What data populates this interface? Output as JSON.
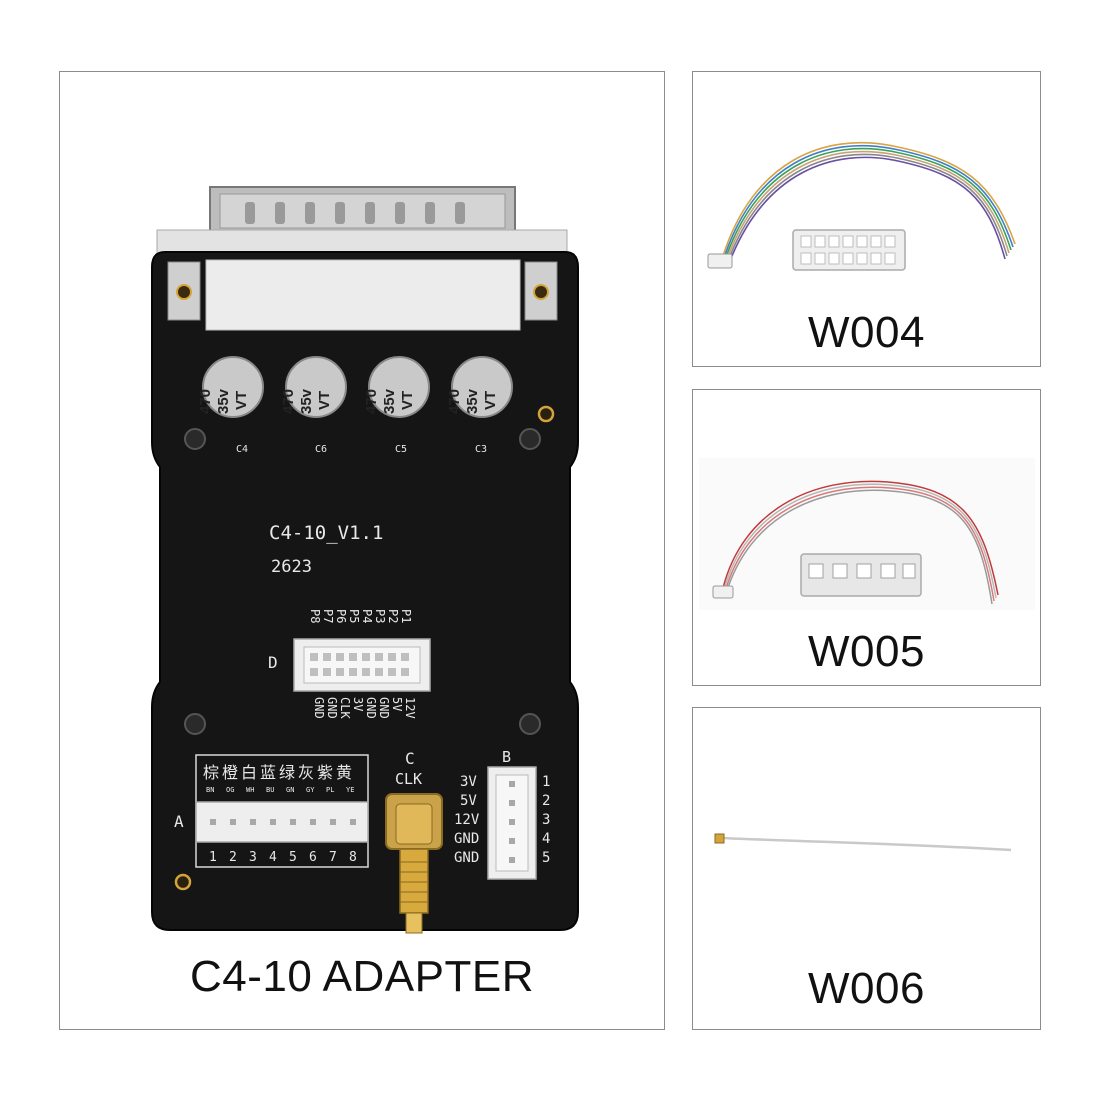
{
  "main": {
    "caption": "C4-10 ADAPTER",
    "board": {
      "version": "C4-10_V1.1",
      "date_code": "2623",
      "capacitors": [
        {
          "line1": "470",
          "line2": "35v",
          "line3": "VT",
          "label": "C4"
        },
        {
          "line1": "470",
          "line2": "35v",
          "line3": "VT",
          "label": "C6"
        },
        {
          "line1": "470",
          "line2": "35v",
          "line3": "VT",
          "label": "C5"
        },
        {
          "line1": "470",
          "line2": "35v",
          "line3": "VT",
          "label": "C3"
        }
      ],
      "connector_d": {
        "label": "D",
        "top_pins": [
          "P8",
          "P7",
          "P6",
          "P5",
          "P4",
          "P3",
          "P2",
          "P1"
        ],
        "bottom_pins": [
          "GND",
          "GND",
          "CLK",
          "3V",
          "GND",
          "GND",
          "5V",
          "12V"
        ]
      },
      "connector_a": {
        "label": "A",
        "chinese": "棕橙白蓝绿灰紫黄",
        "codes": [
          "BN",
          "OG",
          "WH",
          "BU",
          "GN",
          "GY",
          "PL",
          "YE"
        ],
        "numbers": [
          "1",
          "2",
          "3",
          "4",
          "5",
          "6",
          "7",
          "8"
        ]
      },
      "connector_c": {
        "label": "C",
        "sub": "CLK"
      },
      "connector_b": {
        "label": "B",
        "pins": [
          "3V",
          "5V",
          "12V",
          "GND",
          "GND"
        ],
        "numbers": [
          "1",
          "2",
          "3",
          "4",
          "5"
        ]
      }
    }
  },
  "cables": [
    {
      "caption": "W004",
      "wire_colors": [
        "#d9a441",
        "#3f7fc6",
        "#3aa15a",
        "#c9a27a",
        "#888888",
        "#6a4fa3"
      ]
    },
    {
      "caption": "W005",
      "wire_colors": [
        "#c23a3a",
        "#b7b7b7",
        "#d87a7a",
        "#9a9a9a"
      ]
    },
    {
      "caption": "W006",
      "wire_colors": [
        "#c9c9c9"
      ]
    }
  ],
  "colors": {
    "board": "#141414",
    "panel_border": "#8c8c8c",
    "connector_white": "#eeeeee",
    "capacitor_silver": "#c9c9c9",
    "gold": "#d4a43a"
  }
}
